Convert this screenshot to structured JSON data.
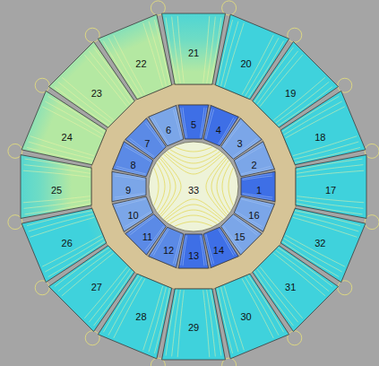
{
  "diagram": {
    "nodes": [
      {
        "text": [
          "1"
        ]
      },
      {
        "text": [
          "2"
        ]
      },
      {
        "text": [
          "3"
        ]
      },
      {
        "text": [
          "4"
        ]
      },
      {
        "text": [
          "5"
        ]
      },
      {
        "text": [
          "6"
        ]
      },
      {
        "text": [
          "7"
        ]
      },
      {
        "text": [
          "8"
        ]
      },
      {
        "text": [
          "9"
        ]
      },
      {
        "text": [
          "10"
        ]
      },
      {
        "text": [
          "11"
        ]
      },
      {
        "text": [
          "12"
        ]
      },
      {
        "text": [
          "13"
        ]
      },
      {
        "text": [
          "14"
        ]
      },
      {
        "text": [
          "15"
        ]
      },
      {
        "text": [
          "16"
        ]
      },
      {
        "text": [
          "17"
        ]
      },
      {
        "text": [
          "18"
        ]
      },
      {
        "text": [
          "19"
        ]
      },
      {
        "text": [
          "20"
        ]
      },
      {
        "text": [
          "21"
        ]
      },
      {
        "text": [
          "22"
        ]
      },
      {
        "text": [
          "23"
        ]
      },
      {
        "text": [
          "24"
        ]
      },
      {
        "text": [
          "25"
        ]
      },
      {
        "text": [
          "26"
        ]
      },
      {
        "text": [
          "27"
        ]
      },
      {
        "text": [
          "28"
        ]
      },
      {
        "text": [
          "29"
        ]
      },
      {
        "text": [
          "30"
        ]
      },
      {
        "text": [
          "31"
        ]
      },
      {
        "text": [
          "32"
        ]
      },
      {
        "text": [
          "33"
        ]
      }
    ]
  }
}
